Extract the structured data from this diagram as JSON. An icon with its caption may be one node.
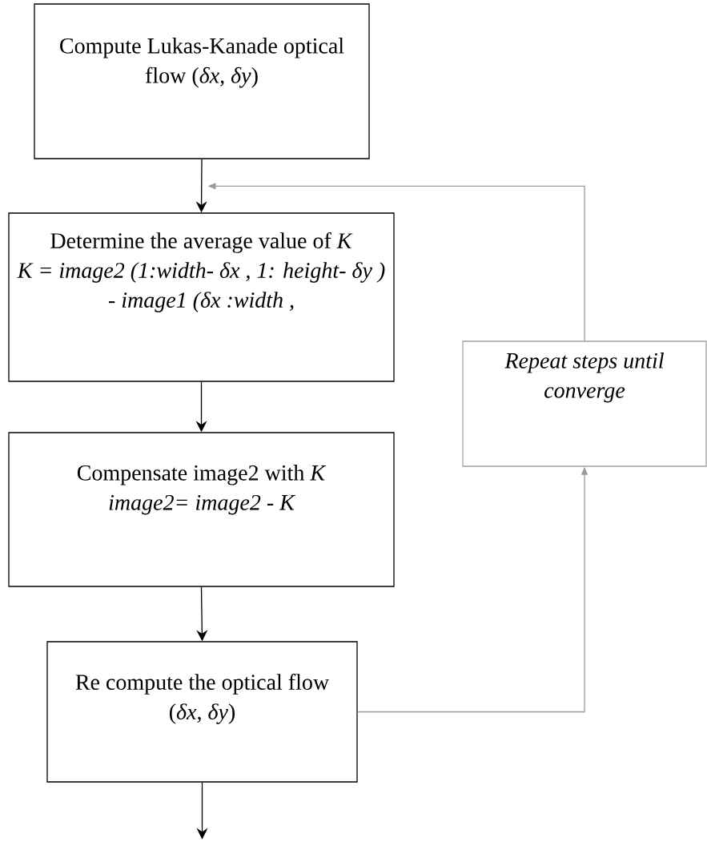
{
  "diagram": {
    "nodes": [
      {
        "text": [
          "Compute Lukas-Kanade optical flow (*δx, δy*)"
        ]
      },
      {
        "text": [
          "Determine the average value of *K*",
          "K = image2 (1:width- δx , 1: height- δy )  -  image1 (δx :width ,"
        ]
      },
      {
        "text": [
          "Compensate image2 with *K*",
          "image2= image2 - K"
        ]
      },
      {
        "text": [
          "Re compute the optical flow",
          "(*δx, δy*)"
        ]
      },
      {
        "text": [
          "Repeat steps until converge"
        ]
      }
    ],
    "edges": [
      {
        "from": 0,
        "to": 1,
        "arrow": "to"
      },
      {
        "from": 1,
        "to": 2,
        "arrow": "to"
      },
      {
        "from": 2,
        "to": 3,
        "arrow": "to"
      },
      {
        "from": 3,
        "to": null,
        "arrow": "to"
      },
      {
        "from": 3,
        "to": 4,
        "arrow": "to",
        "color": "#999999"
      },
      {
        "from": 4,
        "to": 1,
        "arrow": "to",
        "color": "#999999"
      }
    ]
  }
}
